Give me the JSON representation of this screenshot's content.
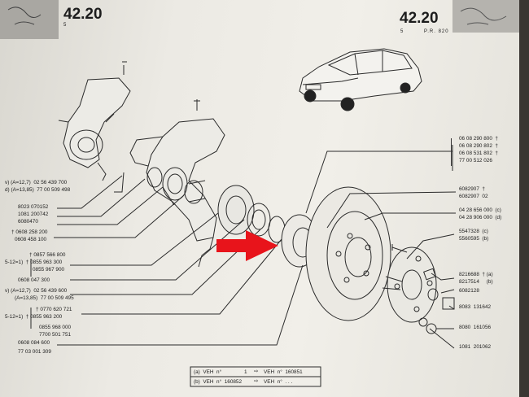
{
  "header": {
    "left_title": "42.20",
    "left_sub": "5",
    "right_title": "42.20",
    "right_sub_num": "5",
    "right_sub_code": "P.R. 820"
  },
  "parts_left": {
    "p1a": "v) (A=12,7)  02 56 439 700",
    "p1b": "d) (A=13,85)  77 00 509 498",
    "p2": "8023 070152",
    "p3": "1081 200742",
    "p4": "6080470",
    "p5a": "† 0608 258 200",
    "p5b": "0608 458 100",
    "p6a": "† 0857 566 800",
    "p6b": "5-12=1)  † 0855 963 300",
    "p6c": "0855 967 900",
    "p7": "0608 047 300",
    "p8a": "v) (A=12,7)  02 56 439 600",
    "p8b": "(A=13,85)  77 00 509 495",
    "p9a": "† 0770 620 721",
    "p9b": "5-12=1)  † 0855 963 200",
    "p9c": "0855 968 000",
    "p9d": "7700 501 751",
    "p10a": "0608 084 600",
    "p10b": "77 03 001 309"
  },
  "parts_right": {
    "r1a": "06 08 290 800  †",
    "r1b": "06 08 290 802  †",
    "r1c": "06 08 531 802  †",
    "r1d": "77 00 512 026",
    "r2a": "6082907  †",
    "r2b": "6082907  02",
    "r3a": "04 28 656 000  (c)",
    "r3b": "04 28 906 000  (d)",
    "r4a": "5547328  (c)",
    "r4b": "5560595  (b)",
    "r5a": "8216688  † (a)",
    "r5b": "8217514     (b)",
    "r6": "6082128",
    "r7": "8083  131642",
    "r8": "8080  161056",
    "r9": "1081  201062"
  },
  "footer": {
    "row_a_label": "(a)  VEH  n°",
    "row_a_from": "1",
    "row_a_to": "VEH  n°  160851",
    "row_b_label": "(b)  VEH  n°  160852",
    "row_b_to": "VEH  n°  . . ."
  },
  "arrow_color": "#e8141b"
}
